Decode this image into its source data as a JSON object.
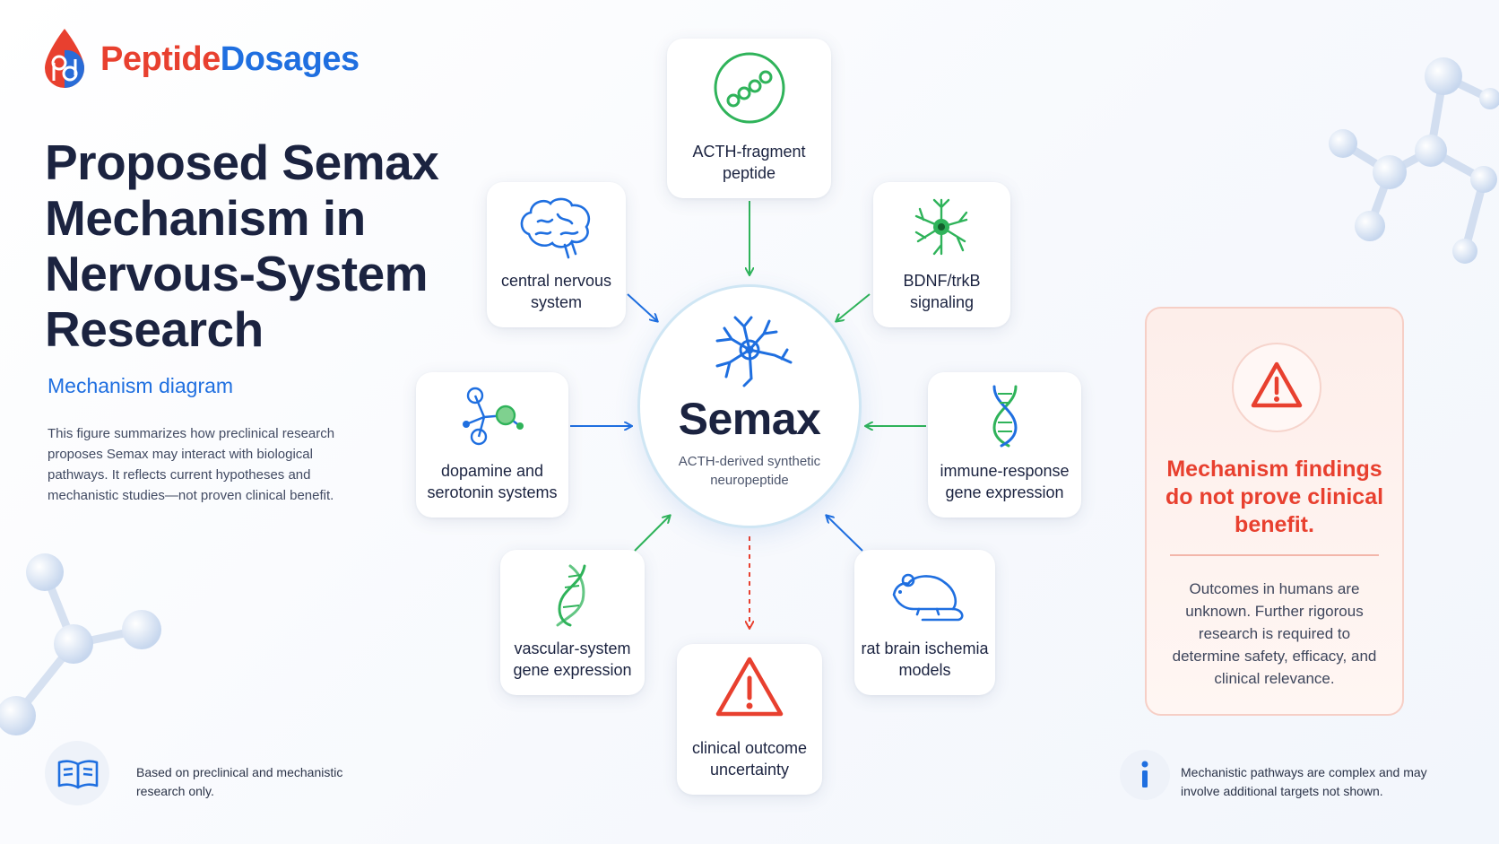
{
  "brand": {
    "part1": "Peptide",
    "part2": "Dosages"
  },
  "title": "Proposed Semax Mechanism in Nervous-System Research",
  "subtitle": "Mechanism diagram",
  "description": "This figure summarizes how preclinical research proposes Semax may interact with biological pathways. It reflects current hypotheses and mechanistic studies—not proven clinical benefit.",
  "center": {
    "title": "Semax",
    "subtitle": "ACTH-derived synthetic neuropeptide"
  },
  "nodes": {
    "acth": "ACTH-fragment peptide",
    "cns": "central nervous system",
    "bdnf": "BDNF/trkB signaling",
    "dopamine": "dopamine and serotonin systems",
    "immune": "immune-response gene expression",
    "vascular": "vascular-system gene expression",
    "rat": "rat brain ischemia models",
    "clinical": "clinical outcome uncertainty"
  },
  "warning": {
    "heading": "Mechanism findings do not prove clinical benefit.",
    "body": "Outcomes in humans are unknown. Further rigorous research is required to determine safety, efficacy, and clinical relevance."
  },
  "footer": {
    "left": "Based on preclinical and mechanistic research only.",
    "right": "Mechanistic pathways are complex and may involve additional targets not shown."
  },
  "colors": {
    "brand_red": "#e8402f",
    "brand_blue": "#1f6fe0",
    "arrow_blue": "#1f6fe0",
    "arrow_green": "#2fb35a",
    "warning_red": "#e8402f"
  },
  "icons": {
    "logo": "peptide-drop-logo",
    "acth": "peptide-chain-icon",
    "cns": "brain-icon",
    "bdnf": "neuron-icon",
    "dopamine": "molecule-icon",
    "immune": "dna-icon",
    "vascular": "dna-icon",
    "rat": "rat-icon",
    "clinical": "warning-triangle-icon",
    "center": "neuron-icon",
    "warning": "warning-triangle-icon",
    "footer_left": "book-icon",
    "footer_right": "info-icon"
  }
}
